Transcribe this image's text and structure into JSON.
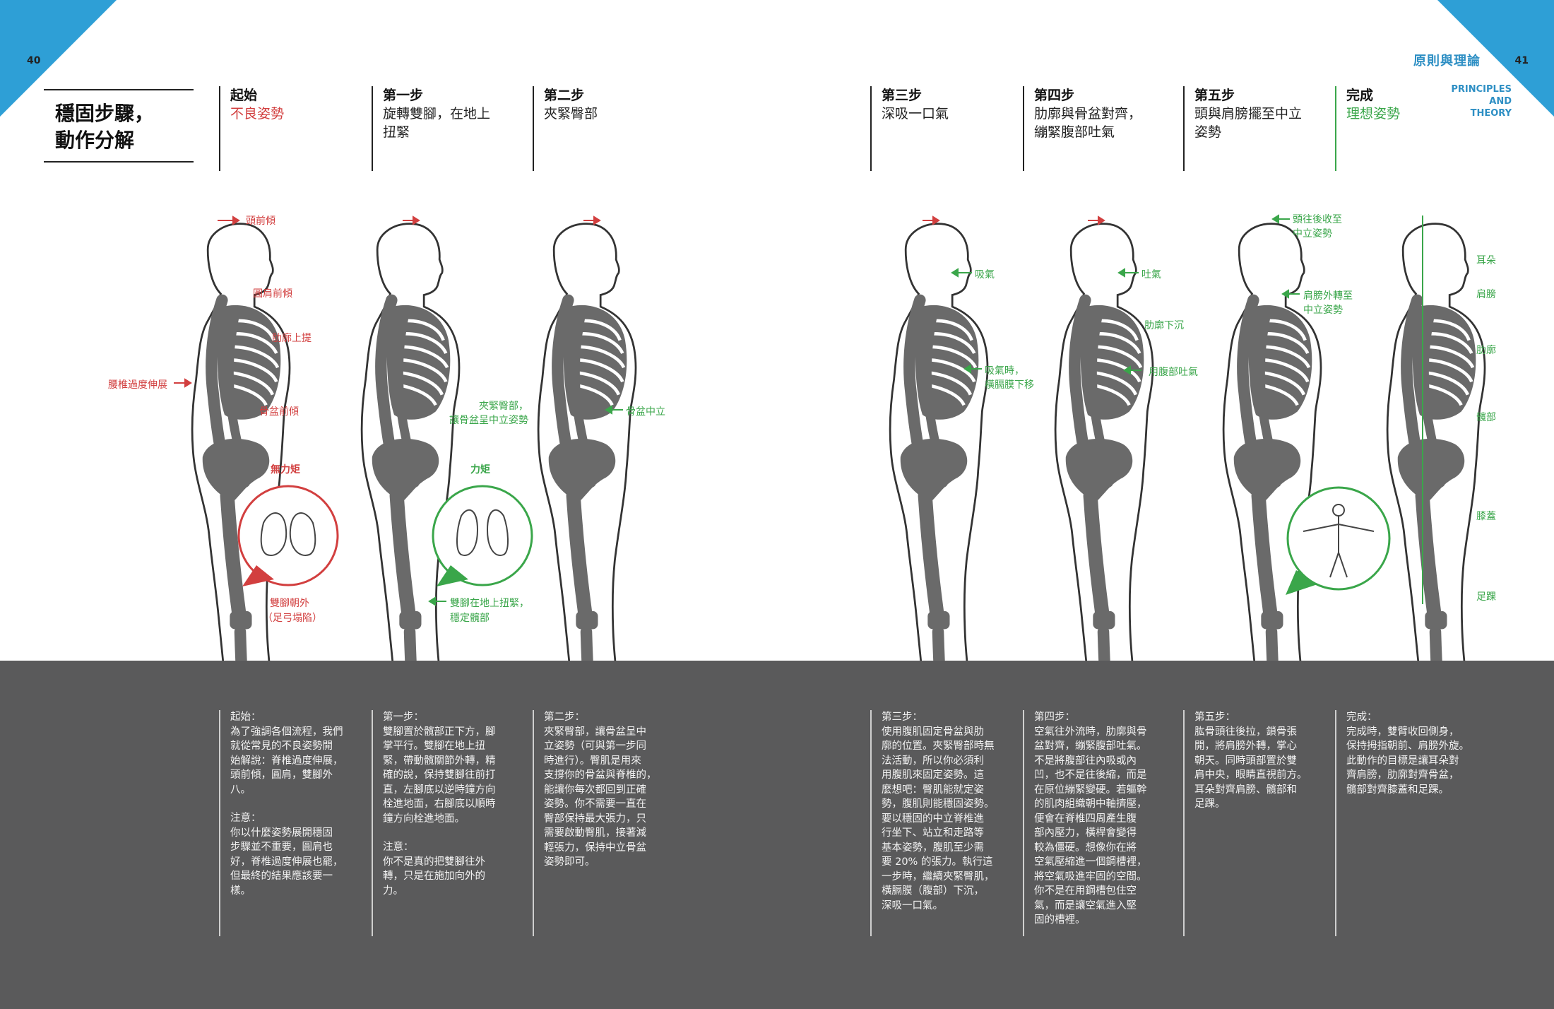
{
  "page": {
    "left_number": "40",
    "right_number": "41",
    "chapter_title": "原則與理論",
    "principles_line1": "PRINCIPLES",
    "principles_line2": "AND",
    "principles_line3": "THEORY",
    "section_title_line1": "穩固步驟，",
    "section_title_line2": "動作分解"
  },
  "colors": {
    "accent_blue": "#2e9fd6",
    "bad_red": "#d23f3f",
    "good_green": "#3aa64a",
    "band_gray": "#5a5a5b",
    "bone_gray": "#666666"
  },
  "steps": [
    {
      "num": "起始",
      "sub": [
        "不良姿勢"
      ],
      "sub_tone": "red"
    },
    {
      "num": "第一步",
      "sub": [
        "旋轉雙腳，在地上",
        "扭緊"
      ],
      "sub_tone": "dark"
    },
    {
      "num": "第二步",
      "sub": [
        "夾緊臀部"
      ],
      "sub_tone": "dark"
    },
    {
      "num": "第三步",
      "sub": [
        "深吸一口氣"
      ],
      "sub_tone": "dark"
    },
    {
      "num": "第四步",
      "sub": [
        "肋廓與骨盆對齊，",
        "繃緊腹部吐氣"
      ],
      "sub_tone": "dark"
    },
    {
      "num": "第五步",
      "sub": [
        "頭與肩膀擺至中立",
        "姿勢"
      ],
      "sub_tone": "dark"
    },
    {
      "num": "完成",
      "sub": [
        "理想姿勢"
      ],
      "sub_tone": "green"
    }
  ],
  "labels": {
    "fig1": {
      "head": "頭前傾",
      "shoulder": "圓肩前傾",
      "rib": "肋廓上提",
      "lumbar": "腰椎過度伸展",
      "pelvis": "骨盆前傾",
      "feet1": "雙腳朝外",
      "feet2": "（足弓塌陷）",
      "circle": "無力矩"
    },
    "fig2": {
      "glute1": "夾緊臀部，",
      "glute2": "讓骨盆呈中立姿勢",
      "feet1": "雙腳在地上扭緊，",
      "feet2": "穩定髖部",
      "circle": "力矩"
    },
    "fig3": {
      "pelvis": "骨盆中立"
    },
    "fig4": {
      "inhale": "吸氣",
      "dia1": "吸氣時，",
      "dia2": "橫膈膜下移"
    },
    "fig5": {
      "exhale": "吐氣",
      "ribdown": "肋廓下沉",
      "abs": "用腹部吐氣"
    },
    "fig6": {
      "head1": "頭往後收至",
      "head2": "中立姿勢",
      "sh1": "肩膀外轉至",
      "sh2": "中立姿勢"
    },
    "fig7": {
      "ear": "耳朵",
      "shoulder": "肩膀",
      "rib": "肋廓",
      "hip": "髖部",
      "knee": "膝蓋",
      "ankle": "足踝"
    }
  },
  "notes": [
    {
      "paras": [
        [
          "起始：",
          "為了強調各個流程，我們",
          "就從常見的不良姿勢開",
          "始解說：脊椎過度伸展，",
          "頭前傾，圓肩，雙腳外",
          "八。"
        ],
        [
          "注意：",
          "你以什麼姿勢展開穩固",
          "步驟並不重要，圓肩也",
          "好，脊椎過度伸展也罷，",
          "但最終的結果應該要一",
          "樣。"
        ]
      ]
    },
    {
      "paras": [
        [
          "第一步：",
          "雙腳置於髖部正下方，腳",
          "掌平行。雙腳在地上扭",
          "緊，帶動髖關節外轉，精",
          "確的說，保持雙腳往前打",
          "直，左腳底以逆時鐘方向",
          "栓進地面，右腳底以順時",
          "鐘方向栓進地面。"
        ],
        [
          "注意：",
          "你不是真的把雙腳往外",
          "轉，只是在施加向外的",
          "力。"
        ]
      ]
    },
    {
      "paras": [
        [
          "第二步：",
          "夾緊臀部，讓骨盆呈中",
          "立姿勢（可與第一步同",
          "時進行）。臀肌是用來",
          "支撐你的骨盆與脊椎的，",
          "能讓你每次都回到正確",
          "姿勢。你不需要一直在",
          "臀部保持最大張力，只",
          "需要啟動臀肌，接著減",
          "輕張力，保持中立骨盆",
          "姿勢即可。"
        ]
      ]
    },
    {
      "paras": [
        [
          "第三步：",
          "使用腹肌固定骨盆與肋",
          "廓的位置。夾緊臀部時無",
          "法活動，所以你必須利",
          "用腹肌來固定姿勢。這",
          "麼想吧：臀肌能就定姿",
          "勢，腹肌則能穩固姿勢。",
          "要以穩固的中立脊椎進",
          "行坐下、站立和走路等",
          "基本姿勢，腹肌至少需",
          "要 20% 的張力。執行這",
          "一步時，繼續夾緊臀肌，",
          "橫膈膜（腹部）下沉，",
          "深吸一口氣。"
        ]
      ]
    },
    {
      "paras": [
        [
          "第四步：",
          "空氣往外流時，肋廓與骨",
          "盆對齊，繃緊腹部吐氣。",
          "不是將腹部往內吸或內",
          "凹，也不是往後縮，而是",
          "在原位繃緊變硬。若軀幹",
          "的肌肉組織朝中軸擠壓，",
          "便會在脊椎四周產生腹",
          "部內壓力，橫桿會變得",
          "較為僵硬。想像你在將",
          "空氣壓縮進一個鋼槽裡，",
          "將空氣吸進牢固的空間。",
          "你不是在用鋼槽包住空",
          "氣，而是讓空氣進入堅",
          "固的槽裡。"
        ]
      ]
    },
    {
      "paras": [
        [
          "第五步：",
          "肱骨頭往後拉，鎖骨張",
          "開，將肩膀外轉，掌心",
          "朝天。同時頭部置於雙",
          "肩中央，眼睛直視前方。",
          "耳朵對齊肩膀、髖部和",
          "足踝。"
        ]
      ]
    },
    {
      "paras": [
        [
          "完成：",
          "完成時，雙臂收回側身，",
          "保持拇指朝前、肩膀外旋。",
          "此動作的目標是讓耳朵對",
          "齊肩膀，肋廓對齊骨盆，",
          "髖部對齊膝蓋和足踝。"
        ]
      ]
    }
  ]
}
